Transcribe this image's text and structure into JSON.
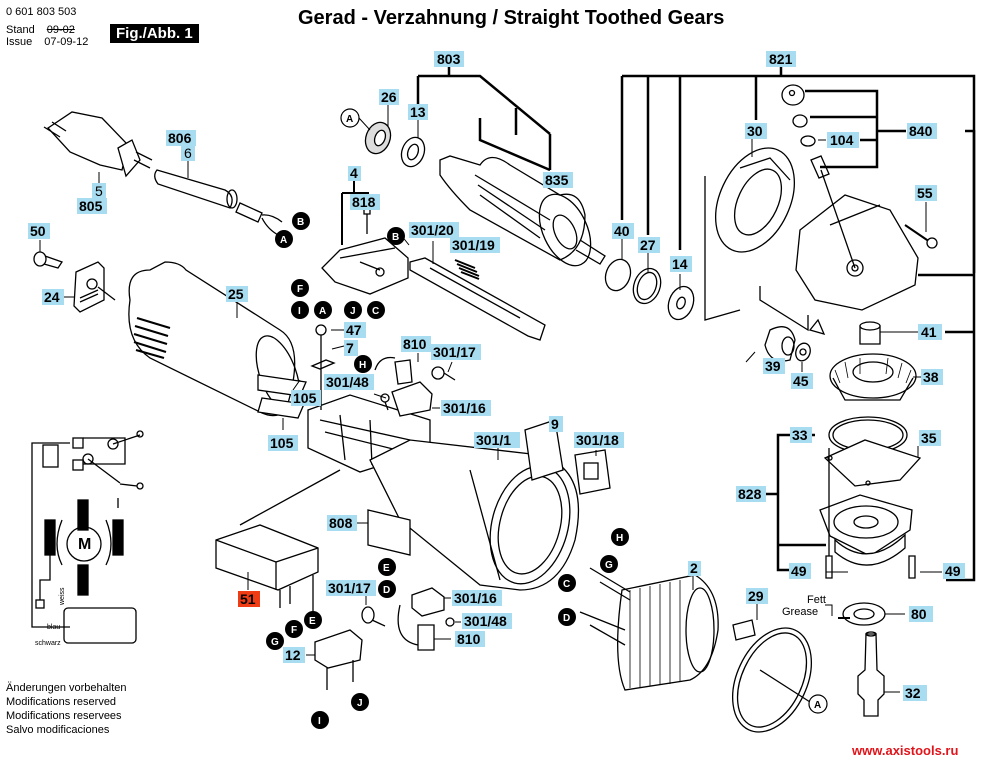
{
  "header": {
    "doc_number": "0 601 803 503",
    "stand_label": "Stand",
    "stand_value": "09-02",
    "issue_label": "Issue",
    "issue_value": "07-09-12",
    "fig_badge": "Fig./Abb. 1",
    "title": "Gerad - Verzahnung / Straight Toothed Gears"
  },
  "footer": {
    "notes": [
      "Änderungen vorbehalten",
      "Modifications reserved",
      "Modifications reservees",
      "Salvo modificaciones"
    ],
    "watermark": "www.axistools.ru"
  },
  "colors": {
    "label_bg": "#a8dcf0",
    "highlight_bg": "#f03c14",
    "watermark": "#e0141a"
  },
  "part_labels": {
    "p803": "803",
    "p821": "821",
    "p26": "26",
    "p13": "13",
    "p806": "806",
    "p6": "6",
    "p5": "5",
    "p805": "805",
    "p30": "30",
    "p104": "104",
    "p840": "840",
    "p835": "835",
    "p4": "4",
    "p818": "818",
    "p301_20": "301/20",
    "p301_19": "301/19",
    "p55": "55",
    "p50": "50",
    "p24": "24",
    "p25": "25",
    "p40": "40",
    "p27": "27",
    "p14": "14",
    "p47": "47",
    "p7": "7",
    "p810a": "810",
    "p301_17a": "301/17",
    "p41": "41",
    "p39": "39",
    "p45": "45",
    "p38": "38",
    "p301_48a": "301/48",
    "p301_16a": "301/16",
    "p105a": "105",
    "p105b": "105",
    "p9": "9",
    "p301_1": "301/1",
    "p301_18": "301/18",
    "p33": "33",
    "p35": "35",
    "p828": "828",
    "p808": "808",
    "p51": "51",
    "p301_17b": "301/17",
    "p301_16b": "301/16",
    "p301_48b": "301/48",
    "p810b": "810",
    "p12": "12",
    "p2": "2",
    "p29": "29",
    "p49a": "49",
    "p49b": "49",
    "p80": "80",
    "p32": "32"
  },
  "connectors": {
    "A": "A",
    "B": "B",
    "C": "C",
    "D": "D",
    "E": "E",
    "F": "F",
    "G": "G",
    "H": "H",
    "I": "I",
    "J": "J"
  },
  "annotations": {
    "fett": "Fett",
    "grease": "Grease",
    "motor": "M",
    "wire_weiss": "weiss",
    "wire_blau": "blau",
    "wire_schwarz": "schwarz"
  }
}
